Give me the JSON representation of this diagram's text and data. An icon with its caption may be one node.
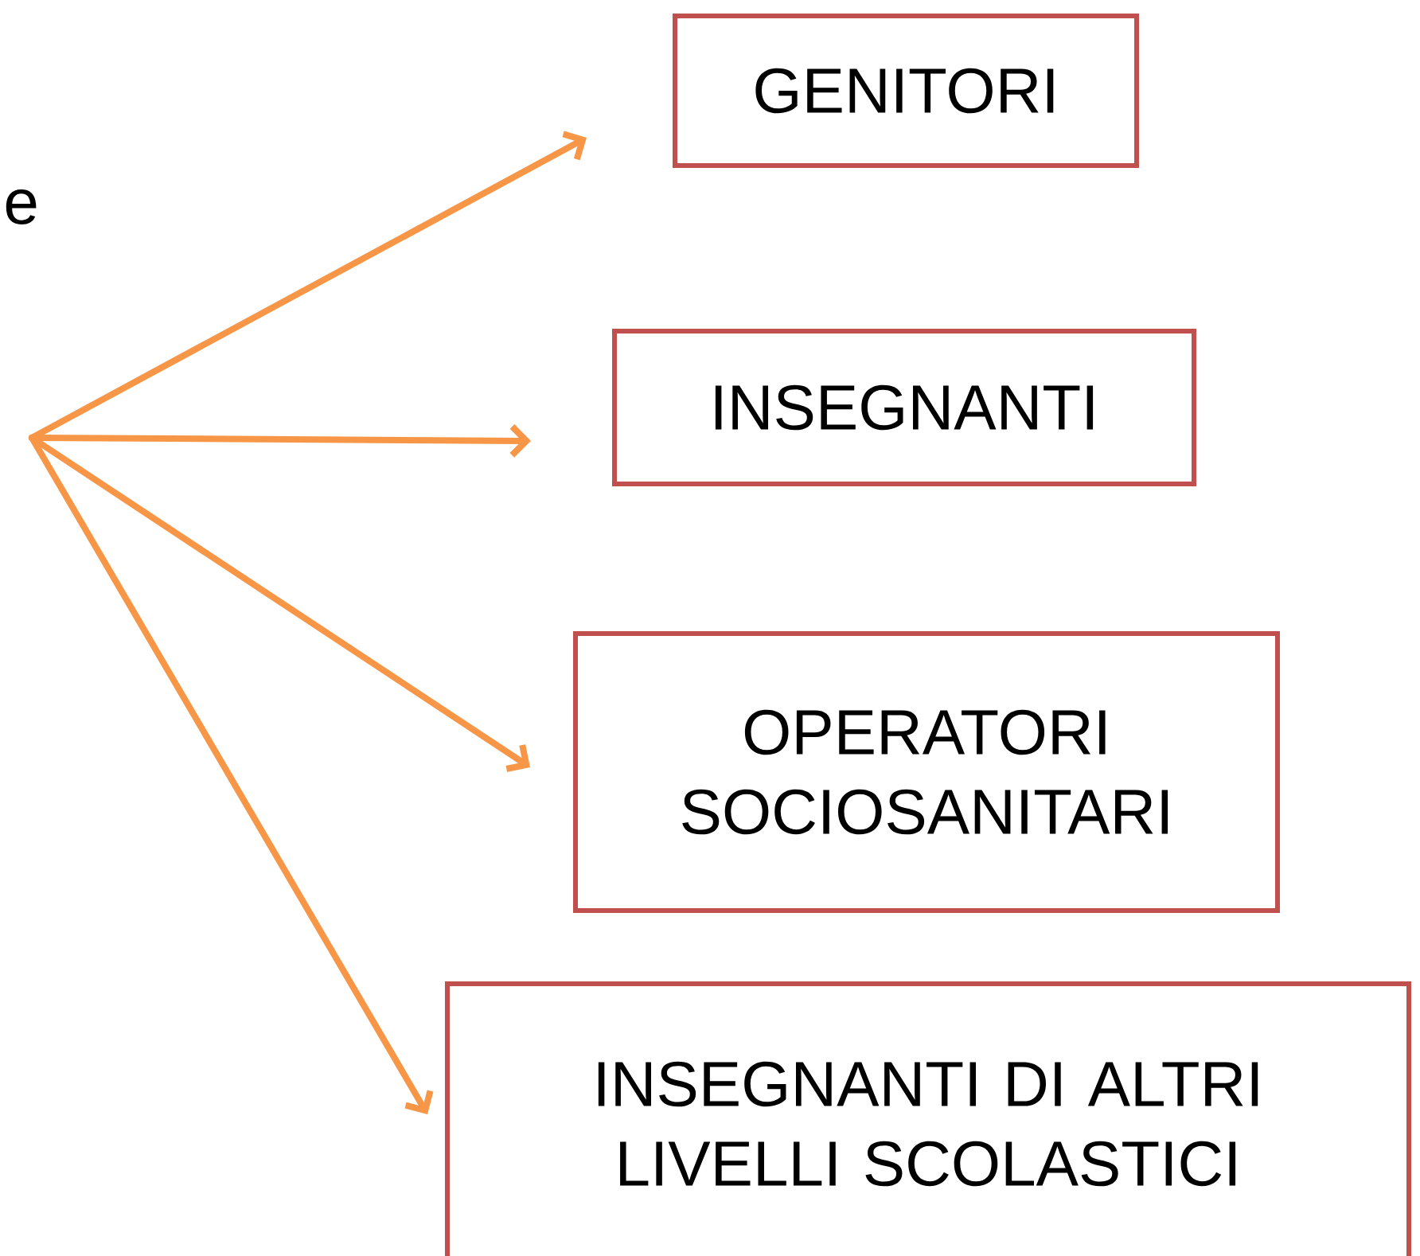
{
  "diagram": {
    "nodes": [
      {
        "text": [
          "GENITORI"
        ]
      },
      {
        "text": [
          "INSEGNANTI"
        ]
      },
      {
        "text": [
          "OPERATORI SOCIOSANITARI"
        ]
      },
      {
        "text": [
          "INSEGNANTI DI ALTRI LIVELLI SCOLASTICI"
        ]
      }
    ],
    "edges": [
      {
        "from": null,
        "to": 0,
        "arrow": "to"
      },
      {
        "from": null,
        "to": 1,
        "arrow": "to"
      },
      {
        "from": null,
        "to": 2,
        "arrow": "to"
      },
      {
        "from": null,
        "to": 3,
        "arrow": "to"
      }
    ],
    "labels": [
      "e"
    ]
  }
}
